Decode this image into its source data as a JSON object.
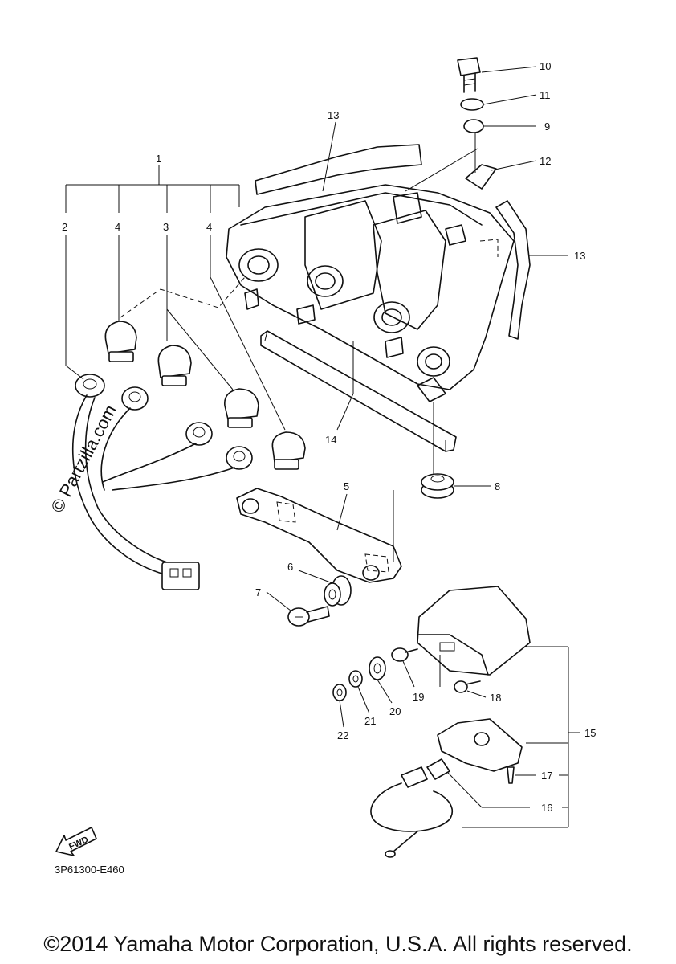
{
  "watermark": "© Partzilla.com",
  "diagram_code": "3P61300-E460",
  "fwd_label": "FWD",
  "copyright": "©2014 Yamaha Motor Corporation, U.S.A. All rights reserved.",
  "callouts": {
    "c1": "1",
    "c2": "2",
    "c3": "3",
    "c4a": "4",
    "c4b": "4",
    "c5": "5",
    "c6": "6",
    "c7": "7",
    "c8": "8",
    "c9": "9",
    "c10": "10",
    "c11": "11",
    "c12": "12",
    "c13a": "13",
    "c13b": "13",
    "c14": "14",
    "c15": "15",
    "c16": "16",
    "c17": "17",
    "c18": "18",
    "c19": "19",
    "c20": "20",
    "c21": "21",
    "c22": "22"
  }
}
